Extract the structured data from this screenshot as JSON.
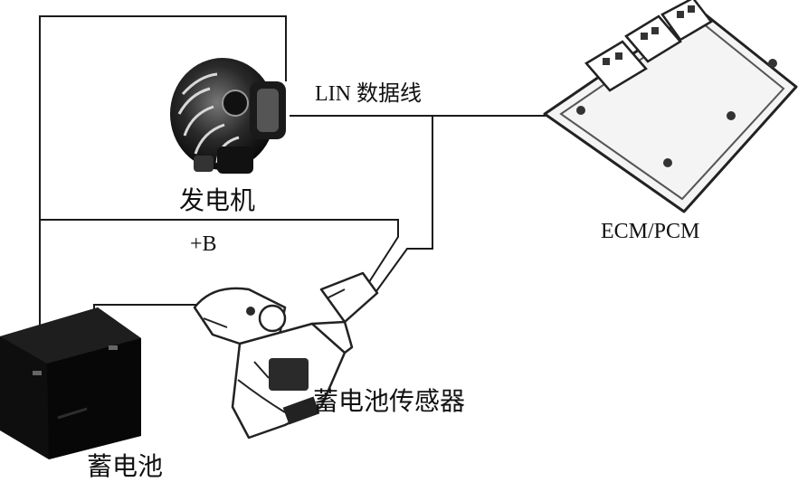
{
  "diagram": {
    "labels": {
      "lin_line": "LIN 数据线",
      "generator": "发电机",
      "b_plus": "+B",
      "ecm": "ECM/PCM",
      "battery_sensor": "蓄电池传感器",
      "battery": "蓄电池"
    },
    "components": [
      "generator",
      "ecm-pcm",
      "battery",
      "battery-sensor"
    ],
    "colors": {
      "line": "#1a1a1a",
      "component": "#222222",
      "battery_body": "#0e0e0e"
    }
  }
}
